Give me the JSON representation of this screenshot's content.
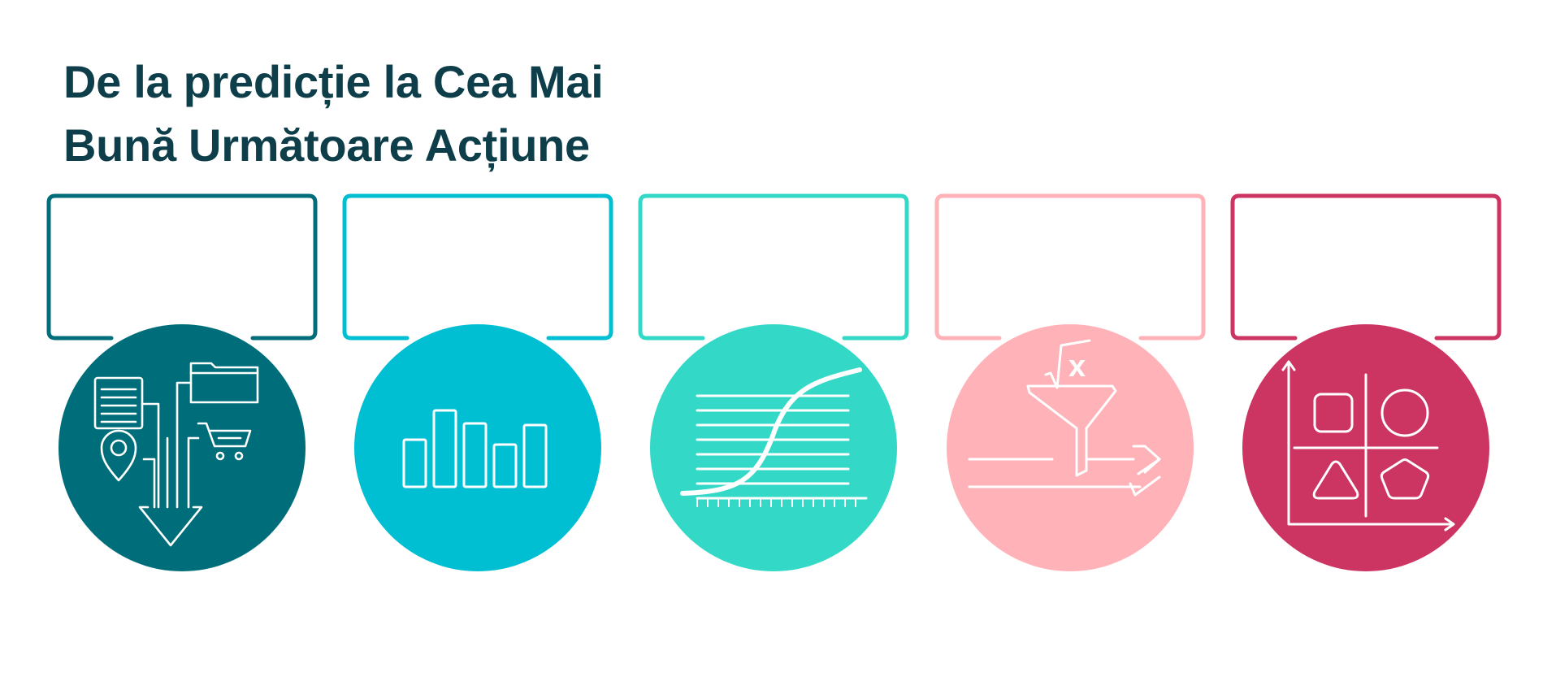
{
  "title": {
    "line1": "De la predicție la Cea Mai",
    "line2": "Bună Următoare Acțiune"
  },
  "steps": [
    {
      "color": "#006e7a",
      "icon": "data-sources-icon"
    },
    {
      "color": "#00bfd3",
      "icon": "bar-chart-icon"
    },
    {
      "color": "#33d9c6",
      "icon": "s-curve-chart-icon"
    },
    {
      "color": "#ffb2b8",
      "icon": "funnel-formula-icon"
    },
    {
      "color": "#cc3462",
      "icon": "quadrant-shapes-icon"
    }
  ],
  "icon_text": {
    "formula_symbol": "x"
  }
}
